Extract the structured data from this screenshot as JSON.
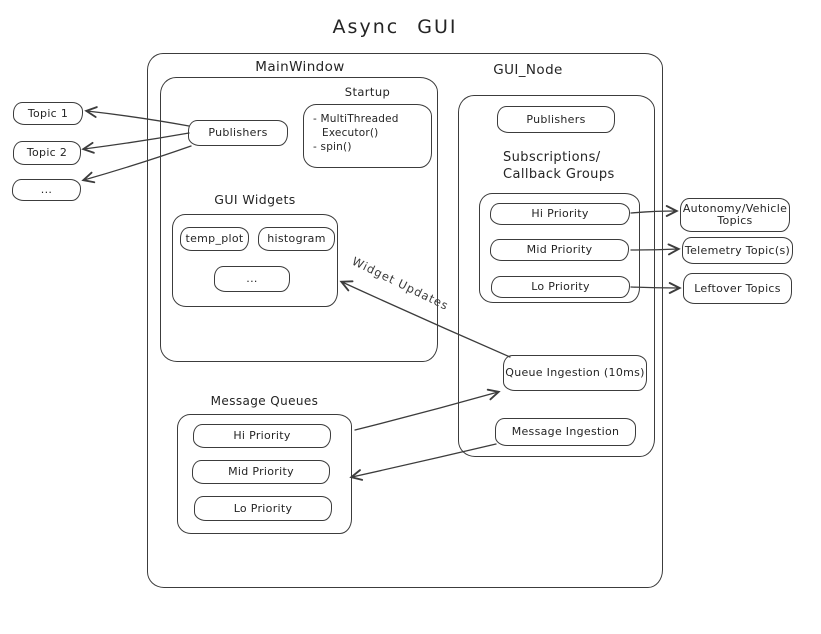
{
  "title": "Async GUI",
  "colors": {
    "stroke": "#3c3c3c",
    "text": "#242424",
    "background": "#ffffff"
  },
  "left_topics": [
    {
      "label": "Topic 1"
    },
    {
      "label": "Topic 2"
    },
    {
      "label": "..."
    }
  ],
  "main_window": {
    "label": "MainWindow",
    "publishers_label": "Publishers",
    "startup": {
      "label": "Startup",
      "line1": "- MultiThreaded",
      "line2": "Executor()",
      "line3": "- spin()"
    },
    "gui_widgets": {
      "label": "GUI Widgets",
      "widget1": "temp_plot",
      "widget2": "histogram",
      "widget3": "..."
    },
    "message_queues": {
      "label": "Message Queues",
      "q1": "Hi Priority",
      "q2": "Mid Priority",
      "q3": "Lo Priority"
    }
  },
  "gui_node": {
    "label": "GUI_Node",
    "publishers_label": "Publishers",
    "subscriptions_label1": "Subscriptions/",
    "subscriptions_label2": "Callback Groups",
    "groups": {
      "g1": "Hi Priority",
      "g2": "Mid Priority",
      "g3": "Lo Priority"
    },
    "queue_ingestion": "Queue Ingestion (10ms)",
    "message_ingestion": "Message Ingestion"
  },
  "right_topics": [
    {
      "label": "Autonomy/Vehicle Topics"
    },
    {
      "label": "Telemetry Topic(s)"
    },
    {
      "label": "Leftover Topics"
    }
  ],
  "annotations": {
    "widget_updates": "Widget Updates"
  }
}
